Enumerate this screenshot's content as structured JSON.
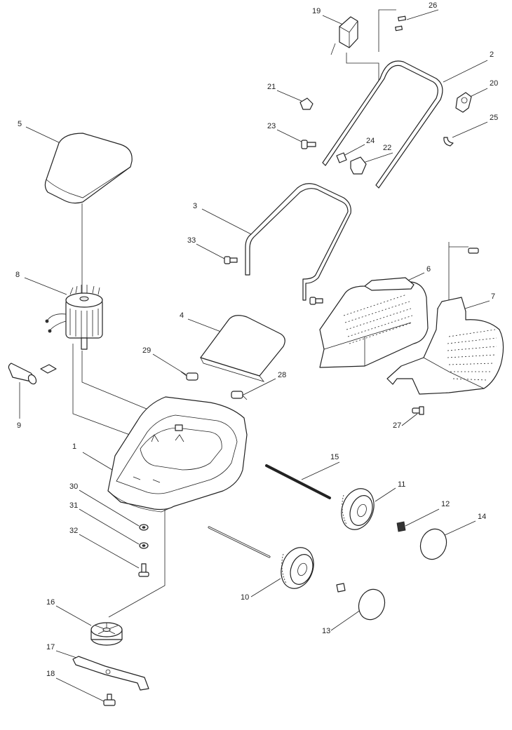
{
  "diagram": {
    "callouts": {
      "p1": "1",
      "p2": "2",
      "p3": "3",
      "p4": "4",
      "p5": "5",
      "p6": "6",
      "p7": "7",
      "p8": "8",
      "p9": "9",
      "p10": "10",
      "p11": "11",
      "p12": "12",
      "p13": "13",
      "p14": "14",
      "p15": "15",
      "p16": "16",
      "p17": "17",
      "p18": "18",
      "p19": "19",
      "p20": "20",
      "p21": "21",
      "p22": "22",
      "p23": "23",
      "p24": "24",
      "p25": "25",
      "p26": "26",
      "p27": "27",
      "p28": "28",
      "p29": "29",
      "p30": "30",
      "p31": "31",
      "p32": "32",
      "p33": "33"
    }
  }
}
